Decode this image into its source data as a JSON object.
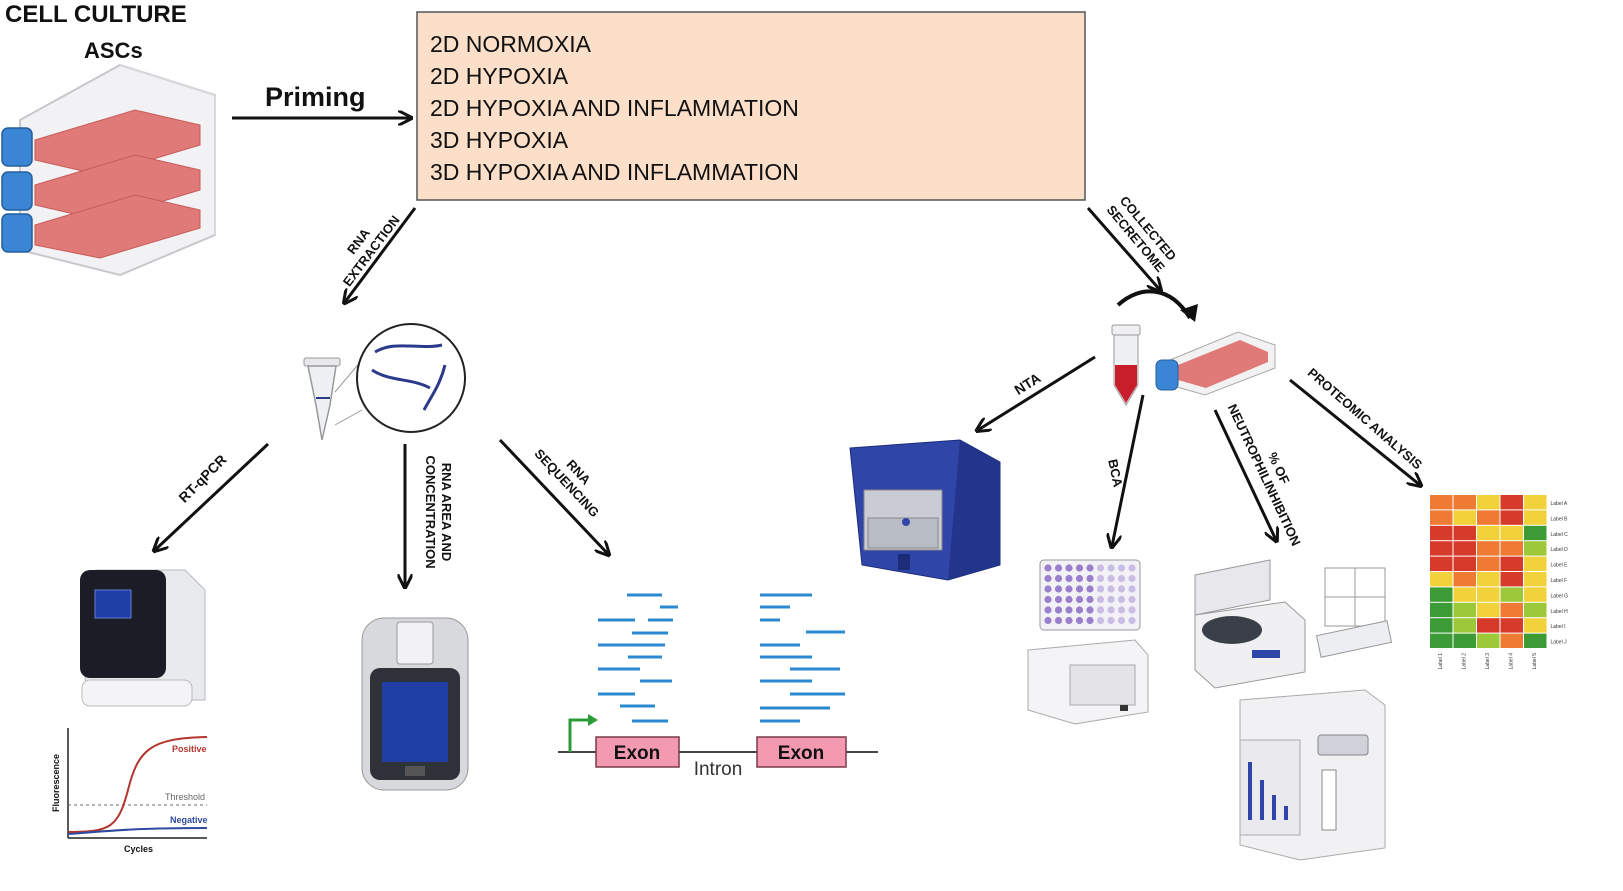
{
  "header": {
    "title": "CELL CULTURE",
    "subtitle": "ASCs"
  },
  "priming": {
    "label": "Priming"
  },
  "conditions": [
    "2D NORMOXIA",
    "2D HYPOXIA",
    "2D HYPOXIA AND INFLAMMATION",
    "3D HYPOXIA",
    "3D HYPOXIA AND INFLAMMATION"
  ],
  "arrows": {
    "rna_extraction": [
      "RNA",
      "EXTRACTION"
    ],
    "collected_secretome": [
      "COLLECTED",
      "SECRETOME"
    ],
    "rt_qpcr": "RT-qPCR",
    "rna_area": [
      "RNA AREA AND",
      "CONCENTRATION"
    ],
    "rna_sequencing": [
      "RNA",
      "SEQUENCING"
    ],
    "nta": "NTA",
    "bca": "BCA",
    "neutrophil": [
      "% OF",
      "NEUTROPHILINHIBITION"
    ],
    "proteomic": "PROTEOMIC ANALYSIS"
  },
  "qpcr_plot": {
    "positive": "Positive",
    "threshold": "Threshold",
    "negative": "Negative",
    "ylabel": "Fluorescence",
    "xlabel": "Cycles"
  },
  "sequencing": {
    "exon": "Exon",
    "intron": "Intron"
  },
  "heatmap": {
    "row_labels": [
      "Label A",
      "Label B",
      "Label C",
      "Label D",
      "Label E",
      "Label F",
      "Label G",
      "Label H",
      "Label I",
      "Label J"
    ],
    "col_labels": [
      "Label 1",
      "Label 2",
      "Label 3",
      "Label 4",
      "Label 5"
    ],
    "colors": {
      "red": "#d63a2a",
      "orange": "#ee7a33",
      "yellow": "#f2d23a",
      "lightgreen": "#9cc93a",
      "green": "#3d9b35"
    }
  },
  "colors": {
    "box_fill": "#fbdfc9",
    "flask_red": "#e07a78",
    "cap_blue": "#3a86d4",
    "instrument_blue": "#2f45a8",
    "exon_pink": "#f49ab0",
    "read_blue": "#2a8ad0",
    "positive_red": "#b3362e",
    "negative_blue": "#2f4aa0"
  }
}
